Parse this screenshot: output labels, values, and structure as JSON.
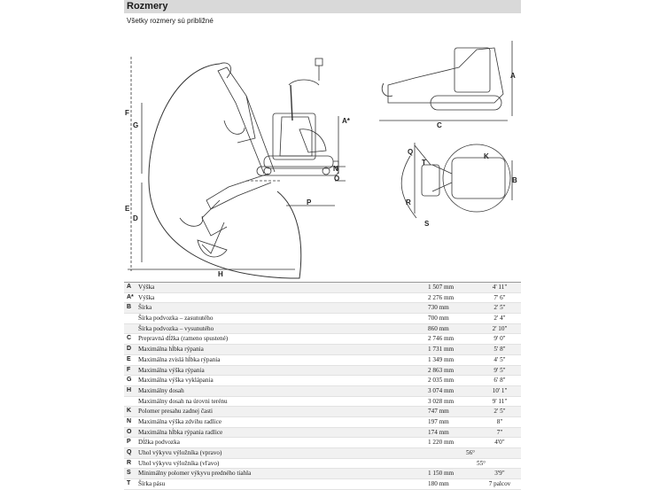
{
  "header": {
    "title": "Rozmery"
  },
  "subtitle": "Všetky rozmery sú približné",
  "drawing_labels": {
    "F": "F",
    "G": "G",
    "E": "E",
    "D": "D",
    "H": "H",
    "A_star": "A*",
    "N": "N",
    "O": "O",
    "P": "P",
    "A": "A",
    "C": "C",
    "Q": "Q",
    "T": "T",
    "K": "K",
    "B": "B",
    "R": "R",
    "S": "S"
  },
  "specs": [
    {
      "code": "A",
      "desc": "Výška",
      "metric": "1 507 mm",
      "imperial": "4' 11\""
    },
    {
      "code": "A*",
      "desc": "Výška",
      "metric": "2 276 mm",
      "imperial": "7' 6\""
    },
    {
      "code": "B",
      "desc": "Šírka",
      "metric": "730 mm",
      "imperial": "2' 5\""
    },
    {
      "code": "",
      "desc": "Šírka podvozka – zasunutého",
      "metric": "700 mm",
      "imperial": "2' 4\""
    },
    {
      "code": "",
      "desc": "Šírka podvozka – vysunutého",
      "metric": "860 mm",
      "imperial": "2' 10\""
    },
    {
      "code": "C",
      "desc": "Prepravná dĺžka (rameno spustené)",
      "metric": "2 746 mm",
      "imperial": "9' 0\""
    },
    {
      "code": "D",
      "desc": "Maximálna hĺbka rýpania",
      "metric": "1 731 mm",
      "imperial": "5' 8\""
    },
    {
      "code": "E",
      "desc": "Maximálna zvislá hĺbka rýpania",
      "metric": "1 349 mm",
      "imperial": "4' 5\""
    },
    {
      "code": "F",
      "desc": "Maximálna výška rýpania",
      "metric": "2 863 mm",
      "imperial": "9' 5\""
    },
    {
      "code": "G",
      "desc": "Maximálna výška vyklápania",
      "metric": "2 035 mm",
      "imperial": "6' 8\""
    },
    {
      "code": "H",
      "desc": "Maximálny dosah",
      "metric": "3 074 mm",
      "imperial": "10' 1\""
    },
    {
      "code": "",
      "desc": "Maximálny dosah na úrovni terénu",
      "metric": "3 028 mm",
      "imperial": "9' 11\""
    },
    {
      "code": "K",
      "desc": "Polomer presahu zadnej časti",
      "metric": "747 mm",
      "imperial": "2' 5\""
    },
    {
      "code": "N",
      "desc": "Maximálna výška zdvihu radlice",
      "metric": "197 mm",
      "imperial": "8\""
    },
    {
      "code": "O",
      "desc": "Maximálna hĺbka rýpania radlice",
      "metric": "174 mm",
      "imperial": "7\""
    },
    {
      "code": "P",
      "desc": "Dĺžka podvozka",
      "metric": "1 220 mm",
      "imperial": "4'0\""
    },
    {
      "code": "Q",
      "desc": "Uhol výkyvu výložníka (vpravo)",
      "angle": "56°"
    },
    {
      "code": "R",
      "desc": "Uhol výkyvu výložníka (vľavo)",
      "angle": "55°"
    },
    {
      "code": "S",
      "desc": "Minimálny polomer výkyvu predného tiahla",
      "metric": "1 150 mm",
      "imperial": "3'9\""
    },
    {
      "code": "T",
      "desc": "Šírka pásu",
      "metric": "180 mm",
      "imperial": "7 palcov"
    }
  ]
}
